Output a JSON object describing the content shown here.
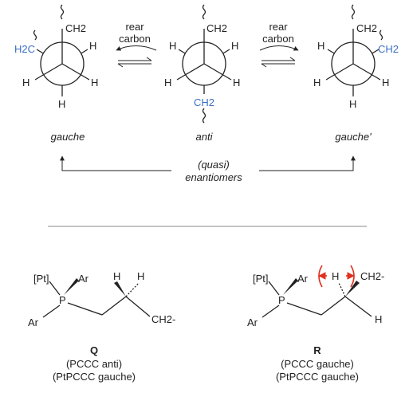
{
  "newman": {
    "gauche": {
      "substituents": {
        "front_top": "CH2",
        "rear_left": "H2C",
        "front_right_low": "H",
        "front_left_low": "H",
        "rear_right": "H",
        "rear_bottom": "H"
      },
      "caption": "gauche"
    },
    "anti": {
      "substituents": {
        "front_top": "CH2",
        "rear_left": "H",
        "rear_right": "H",
        "front_left_low": "H",
        "front_right_low": "H",
        "rear_bottom": "CH2"
      },
      "caption": "anti"
    },
    "gauche_prime": {
      "substituents": {
        "front_top": "CH2",
        "rear_right": "CH2",
        "rear_left": "H",
        "front_left_low": "H",
        "front_right_low": "H",
        "rear_bottom": "H"
      },
      "caption": "gauche'"
    }
  },
  "equilibrium": {
    "left": {
      "line1": "rear",
      "line2": "carbon"
    },
    "right": {
      "line1": "rear",
      "line2": "carbon"
    }
  },
  "relation": {
    "line1": "(quasi)",
    "line2": "enantiomers"
  },
  "structure_q": {
    "label": "Q",
    "desc1": "(PCCC anti)",
    "desc2": "(PtPCCC gauche)",
    "atoms": {
      "pt": "[Pt]",
      "ar_top": "Ar",
      "ar_left": "Ar",
      "p": "P",
      "h1": "H",
      "h2": "H",
      "ch2": "CH2-"
    }
  },
  "structure_r": {
    "label": "R",
    "desc1": "(PCCC gauche)",
    "desc2": "(PtPCCC gauche)",
    "atoms": {
      "pt": "[Pt]",
      "ar_top": "Ar",
      "ar_left": "Ar",
      "p": "P",
      "h_mid": "H",
      "ch2": "CH2-",
      "h_bottom": "H"
    }
  },
  "colors": {
    "blue": "#3a6fc4",
    "red": "#e0301e",
    "ink": "#222222"
  }
}
